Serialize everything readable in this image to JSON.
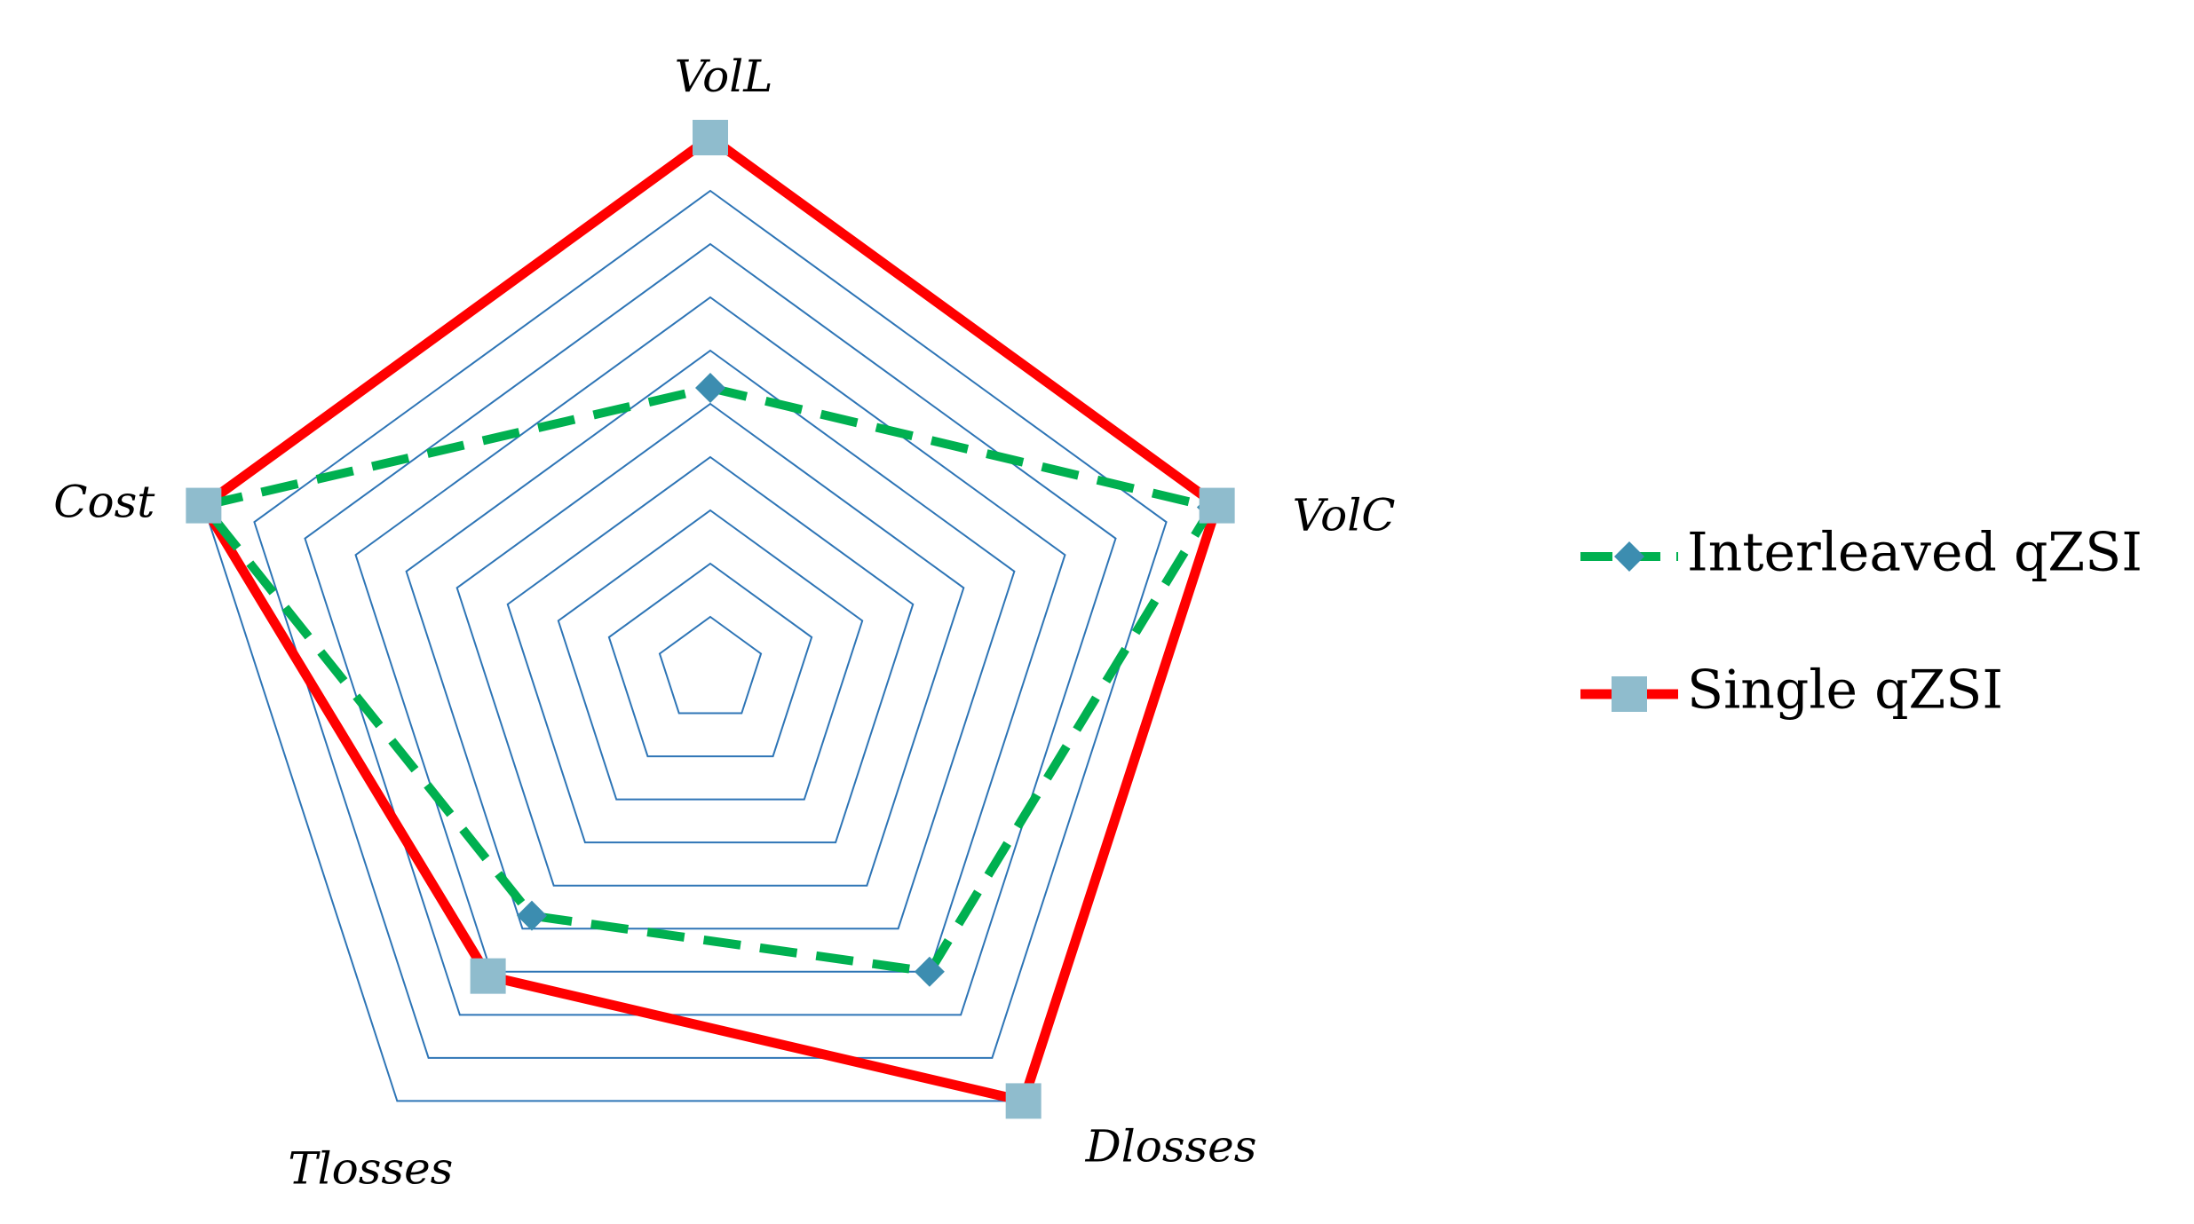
{
  "chart_data": {
    "type": "radar",
    "title": "",
    "axes": [
      "VolL",
      "VolC",
      "Dlosses",
      "Tlosses",
      "Cost"
    ],
    "rlim": [
      0,
      1
    ],
    "grid_levels": 10,
    "grid": true,
    "legend_position": "right",
    "series": [
      {
        "name": "Interleaved qZSI",
        "values": [
          0.53,
          0.99,
          0.7,
          0.57,
          1.0
        ],
        "color": "#00b050",
        "line_style": "dashed",
        "marker": "diamond",
        "marker_color": "#3c8db0"
      },
      {
        "name": "Single qZSI",
        "values": [
          1.0,
          1.0,
          1.0,
          0.71,
          1.0
        ],
        "color": "#ff0000",
        "line_style": "solid",
        "marker": "square",
        "marker_color": "#8fbccd"
      }
    ],
    "grid_color": "#2e75b6"
  }
}
